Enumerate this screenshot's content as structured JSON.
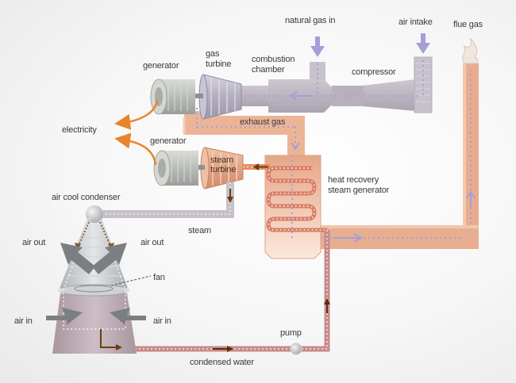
{
  "title": "Combined cycle power plant with air cool condenser",
  "labels": {
    "natural_gas_in": "natural gas in",
    "air_intake": "air intake",
    "flue_gas": "flue gas",
    "generator_top": "generator",
    "gas_turbine_line1": "gas",
    "gas_turbine_line2": "turbine",
    "combustion_line1": "combustion",
    "combustion_line2": "chamber",
    "compressor": "compressor",
    "electricity": "electricity",
    "exhaust_gas": "exhaust gas",
    "generator_bottom": "generator",
    "steam_turbine_line1": "steam",
    "steam_turbine_line2": "turbine",
    "hrsg_line1": "heat recovery",
    "hrsg_line2": "steam generator",
    "air_cool_condenser": "air cool condenser",
    "steam": "steam",
    "air_out_left": "air out",
    "air_out_right": "air out",
    "fan": "fan",
    "air_in_left": "air in",
    "air_in_right": "air in",
    "pump": "pump",
    "condensed_water": "condensed water"
  },
  "colors": {
    "gas_duct": "#b9b2bf",
    "exhaust_duct": "#e8ab8c",
    "water_pipe": "#c98a8a",
    "steam_pipe": "#c7c0c8",
    "electricity_arrow": "#e8842c",
    "flow_arrow": "#a49fd6",
    "steam_arrow": "#6b3d12",
    "condenser_arrow": "#7c7f82"
  }
}
